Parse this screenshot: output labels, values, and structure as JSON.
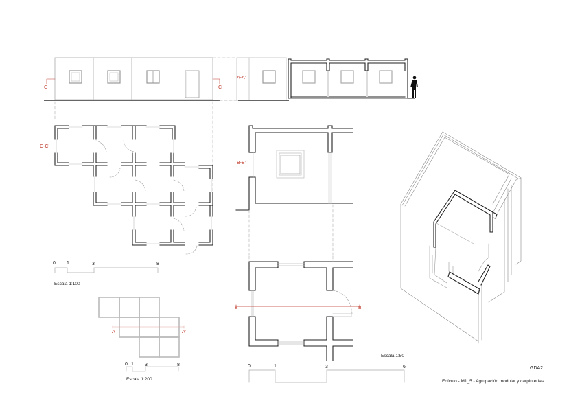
{
  "sheet": {
    "code": "GDA2",
    "caption": "Edículo - M1_5 - Agrupación modular y carpinterías"
  },
  "colors": {
    "wall": "#222222",
    "light_line": "#bbbbbb",
    "section_marker": "#c0392b",
    "background": "#ffffff"
  },
  "elevation_cc": {
    "labels": {
      "left": "C",
      "right": "C'"
    }
  },
  "section_aa": {
    "label": "A-A'"
  },
  "plan_1_100": {
    "section_label": "C-C'",
    "scale_label": "Escala 1:100",
    "scale_ticks": [
      "0",
      "1",
      "3",
      "8"
    ]
  },
  "plan_1_200": {
    "section_labels": {
      "left": "A",
      "right": "A'"
    },
    "scale_label": "Escala 1:200",
    "scale_ticks": [
      "0",
      "1",
      "3",
      "8"
    ]
  },
  "section_bb": {
    "label": "B-B'"
  },
  "plan_1_50": {
    "section_labels": {
      "left": "B",
      "right": "B'"
    },
    "scale_label": "Escala 1:50",
    "scale_ticks": [
      "0",
      "1",
      "3",
      "6"
    ]
  },
  "icons": {
    "human_figure": "human-scale-figure-icon"
  }
}
